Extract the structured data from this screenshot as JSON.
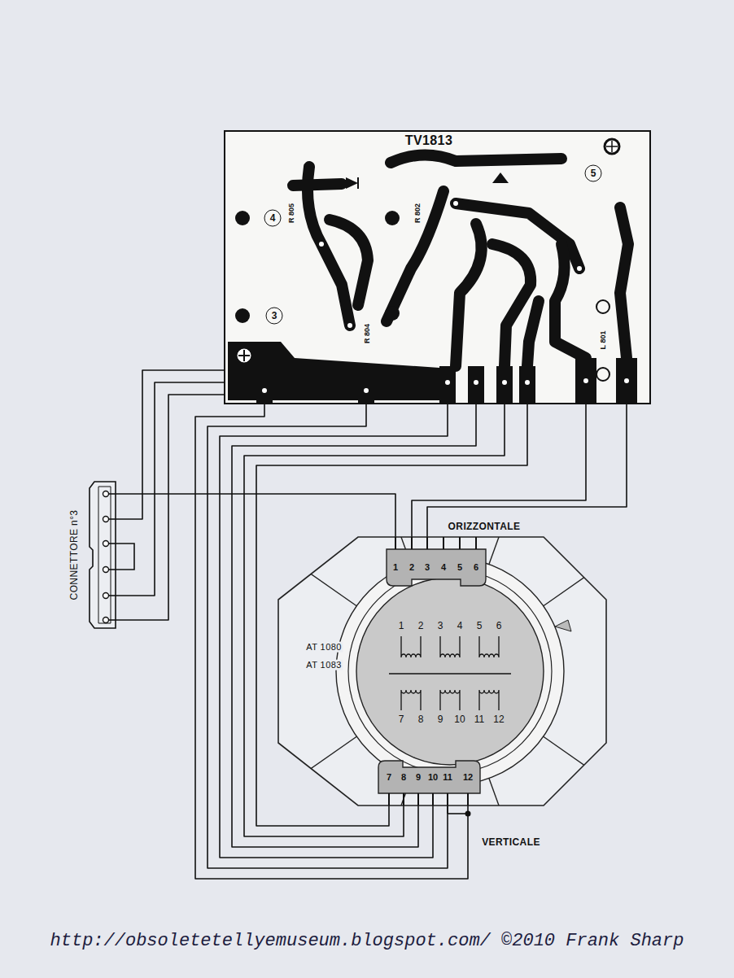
{
  "diagram": {
    "nodes": [
      {
        "text": [
          "TV1813"
        ]
      },
      {
        "text": [
          "CONNETTORE n°3"
        ]
      },
      {
        "text": [
          "ORIZZONTALE",
          "AT 1080",
          "AT 1083",
          "VERTICALE"
        ]
      }
    ],
    "edges": [
      {
        "from": 0,
        "to": 1,
        "arrow": "none"
      },
      {
        "from": 0,
        "to": 1,
        "arrow": "none"
      },
      {
        "from": 0,
        "to": 1,
        "arrow": "none"
      },
      {
        "from": 1,
        "to": 2,
        "arrow": "none"
      },
      {
        "from": 0,
        "to": 2,
        "arrow": "none"
      },
      {
        "from": 0,
        "to": 2,
        "arrow": "none"
      },
      {
        "from": 0,
        "to": 2,
        "arrow": "none"
      },
      {
        "from": 0,
        "to": 2,
        "arrow": "none"
      },
      {
        "from": 0,
        "to": 2,
        "arrow": "none"
      },
      {
        "from": 0,
        "to": 2,
        "arrow": "none"
      },
      {
        "from": 0,
        "to": 2,
        "arrow": "none"
      },
      {
        "from": 0,
        "to": 2,
        "arrow": "none"
      }
    ],
    "labels": [
      "4",
      "R 805",
      "3",
      "R 804",
      "R 802",
      "5",
      "L 801",
      "1",
      "2",
      "3",
      "4",
      "5",
      "6",
      "1",
      "2",
      "3",
      "4",
      "5",
      "6",
      "7",
      "8",
      "9",
      "10",
      "11",
      "12",
      "7",
      "8",
      "9",
      "10",
      "11",
      "12",
      "http://obsoletetellyemuseum.blogspot.com/ ©2010 Frank Sharp"
    ]
  }
}
